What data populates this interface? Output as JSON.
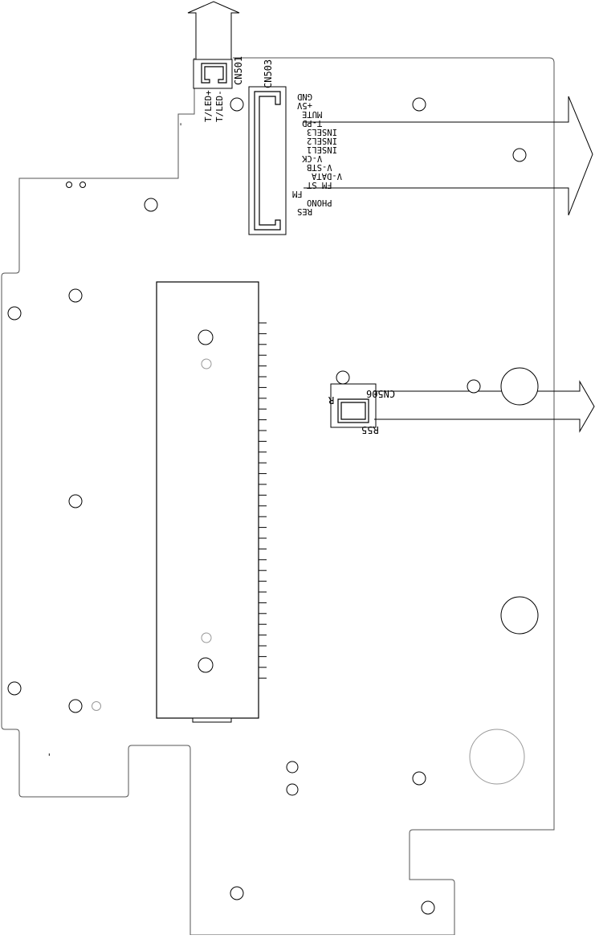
{
  "connectors": {
    "cn501": {
      "ref": "CN501",
      "pins": [
        "T/LED+",
        "T/LED-"
      ]
    },
    "cn503": {
      "ref": "CN503",
      "pins": [
        "GND",
        "+5V",
        "MUTE",
        "T-PD",
        "INSEL3",
        "INSEL2",
        "INSEL1",
        "V-CK",
        "V-STB",
        "V-DATA",
        "FM ST",
        "FM",
        "PHONO",
        "RES"
      ]
    },
    "cn506": {
      "ref": "CN506",
      "pins": [
        "R",
        "R55"
      ]
    }
  },
  "markers": {
    "pin1_top": "-",
    "pin1_bottom": "'"
  }
}
